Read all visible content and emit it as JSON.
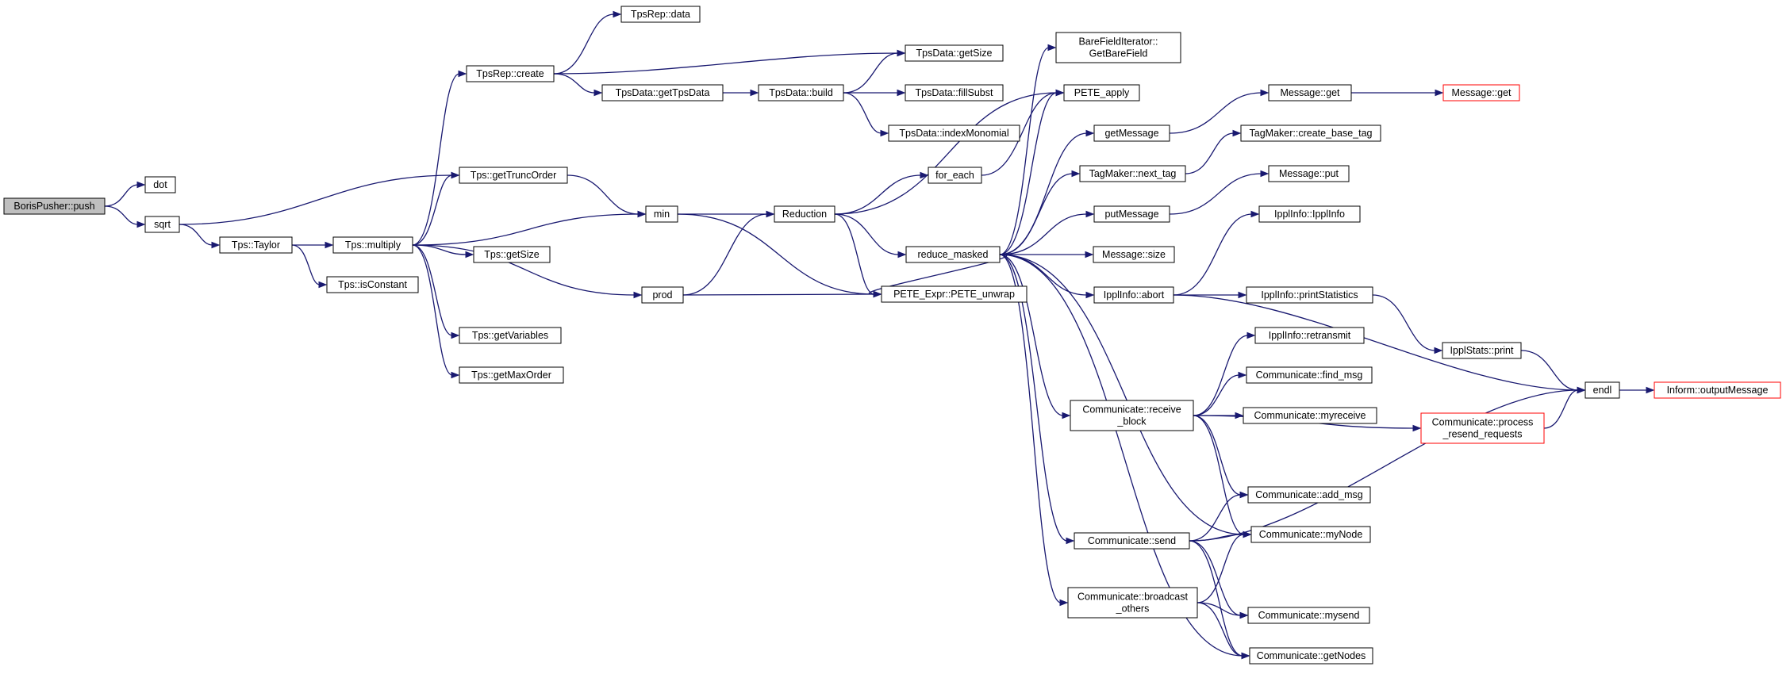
{
  "colors": {
    "edge": "#191970",
    "node_border": "#000000",
    "node_fill": "#ffffff",
    "root_fill": "#bfbfbf",
    "truncated_border": "#ff0000"
  },
  "nodes": [
    {
      "id": "bp_push",
      "label": "BorisPusher::push",
      "root": true
    },
    {
      "id": "dot",
      "label": "dot"
    },
    {
      "id": "sqrt",
      "label": "sqrt"
    },
    {
      "id": "tps_taylor",
      "label": "Tps::Taylor"
    },
    {
      "id": "tps_multiply",
      "label": "Tps::multiply"
    },
    {
      "id": "tps_isconstant",
      "label": "Tps::isConstant"
    },
    {
      "id": "tpsrep_create",
      "label": "TpsRep::create"
    },
    {
      "id": "tpsrep_data",
      "label": "TpsRep::data"
    },
    {
      "id": "tps_gettruncorder",
      "label": "Tps::getTruncOrder"
    },
    {
      "id": "tps_getsize",
      "label": "Tps::getSize"
    },
    {
      "id": "tps_getvariables",
      "label": "Tps::getVariables"
    },
    {
      "id": "tps_getmaxorder",
      "label": "Tps::getMaxOrder"
    },
    {
      "id": "tpsdata_gettpsdata",
      "label": "TpsData::getTpsData"
    },
    {
      "id": "tpsdata_getsize",
      "label": "TpsData::getSize"
    },
    {
      "id": "tpsdata_build",
      "label": "TpsData::build"
    },
    {
      "id": "tpsdata_fillsubst",
      "label": "TpsData::fillSubst"
    },
    {
      "id": "tpsdata_indexmonomial",
      "label": "TpsData::indexMonomial"
    },
    {
      "id": "min",
      "label": "min"
    },
    {
      "id": "prod",
      "label": "prod"
    },
    {
      "id": "reduction",
      "label": "Reduction"
    },
    {
      "id": "pete_unwrap",
      "label": "PETE_Expr::PETE_unwrap"
    },
    {
      "id": "for_each",
      "label": "for_each"
    },
    {
      "id": "reduce_masked",
      "label": "reduce_masked"
    },
    {
      "id": "bfi_getbarefield",
      "label": "BareFieldIterator::\nGetBareField"
    },
    {
      "id": "pete_apply",
      "label": "PETE_apply"
    },
    {
      "id": "getmessage",
      "label": "getMessage"
    },
    {
      "id": "tagmaker_next_tag",
      "label": "TagMaker::next_tag"
    },
    {
      "id": "putmessage",
      "label": "putMessage"
    },
    {
      "id": "message_size",
      "label": "Message::size"
    },
    {
      "id": "ipplinfo_abort",
      "label": "IpplInfo::abort"
    },
    {
      "id": "comm_receive_block",
      "label": "Communicate::receive\n_block"
    },
    {
      "id": "comm_send",
      "label": "Communicate::send"
    },
    {
      "id": "comm_broadcast_others",
      "label": "Communicate::broadcast\n_others"
    },
    {
      "id": "message_get",
      "label": "Message::get"
    },
    {
      "id": "message_get_red",
      "label": "Message::get",
      "truncated": true
    },
    {
      "id": "tagmaker_create_base_tag",
      "label": "TagMaker::create_base_tag"
    },
    {
      "id": "message_put",
      "label": "Message::put"
    },
    {
      "id": "ipplinfo_ipplinfo",
      "label": "IpplInfo::IpplInfo"
    },
    {
      "id": "ipplinfo_printstatistics",
      "label": "IpplInfo::printStatistics"
    },
    {
      "id": "ipplinfo_retransmit",
      "label": "IpplInfo::retransmit"
    },
    {
      "id": "comm_find_msg",
      "label": "Communicate::find_msg"
    },
    {
      "id": "comm_myreceive",
      "label": "Communicate::myreceive"
    },
    {
      "id": "comm_process_resend",
      "label": "Communicate::process\n_resend_requests",
      "truncated": true
    },
    {
      "id": "comm_add_msg",
      "label": "Communicate::add_msg"
    },
    {
      "id": "comm_mynode",
      "label": "Communicate::myNode"
    },
    {
      "id": "comm_mysend",
      "label": "Communicate::mysend"
    },
    {
      "id": "comm_getnodes",
      "label": "Communicate::getNodes"
    },
    {
      "id": "ipplstats_print",
      "label": "IpplStats::print"
    },
    {
      "id": "endl",
      "label": "endl"
    },
    {
      "id": "inform_outputmessage",
      "label": "Inform::outputMessage",
      "truncated": true
    }
  ],
  "edges": [
    [
      "bp_push",
      "dot"
    ],
    [
      "bp_push",
      "sqrt"
    ],
    [
      "sqrt",
      "tps_gettruncorder"
    ],
    [
      "sqrt",
      "tps_taylor"
    ],
    [
      "tps_taylor",
      "tps_multiply"
    ],
    [
      "tps_taylor",
      "tps_isconstant"
    ],
    [
      "tps_multiply",
      "tpsrep_create"
    ],
    [
      "tps_multiply",
      "tps_gettruncorder"
    ],
    [
      "tps_multiply",
      "min"
    ],
    [
      "tps_multiply",
      "tps_getsize"
    ],
    [
      "tps_multiply",
      "prod"
    ],
    [
      "tps_multiply",
      "tps_getvariables"
    ],
    [
      "tps_multiply",
      "tps_getmaxorder"
    ],
    [
      "tpsrep_create",
      "tpsrep_data"
    ],
    [
      "tpsrep_create",
      "tpsdata_getsize"
    ],
    [
      "tpsrep_create",
      "tpsdata_gettpsdata"
    ],
    [
      "tpsdata_gettpsdata",
      "tpsdata_build"
    ],
    [
      "tpsdata_build",
      "tpsdata_getsize"
    ],
    [
      "tpsdata_build",
      "tpsdata_fillsubst"
    ],
    [
      "tpsdata_build",
      "tpsdata_indexmonomial"
    ],
    [
      "tps_gettruncorder",
      "min"
    ],
    [
      "min",
      "reduction"
    ],
    [
      "min",
      "pete_unwrap"
    ],
    [
      "prod",
      "reduction"
    ],
    [
      "prod",
      "pete_unwrap"
    ],
    [
      "reduction",
      "for_each"
    ],
    [
      "reduction",
      "pete_apply"
    ],
    [
      "reduction",
      "reduce_masked"
    ],
    [
      "reduction",
      "pete_unwrap"
    ],
    [
      "for_each",
      "pete_apply"
    ],
    [
      "reduce_masked",
      "bfi_getbarefield"
    ],
    [
      "reduce_masked",
      "pete_apply"
    ],
    [
      "reduce_masked",
      "getmessage"
    ],
    [
      "reduce_masked",
      "tagmaker_next_tag"
    ],
    [
      "reduce_masked",
      "putmessage"
    ],
    [
      "reduce_masked",
      "message_size"
    ],
    [
      "reduce_masked",
      "ipplinfo_abort"
    ],
    [
      "reduce_masked",
      "comm_receive_block"
    ],
    [
      "reduce_masked",
      "pete_unwrap"
    ],
    [
      "reduce_masked",
      "comm_mynode"
    ],
    [
      "reduce_masked",
      "comm_send"
    ],
    [
      "reduce_masked",
      "comm_broadcast_others"
    ],
    [
      "reduce_masked",
      "comm_getnodes"
    ],
    [
      "getmessage",
      "message_get"
    ],
    [
      "message_get",
      "message_get_red"
    ],
    [
      "tagmaker_next_tag",
      "tagmaker_create_base_tag"
    ],
    [
      "putmessage",
      "message_put"
    ],
    [
      "ipplinfo_abort",
      "ipplinfo_ipplinfo"
    ],
    [
      "ipplinfo_abort",
      "ipplinfo_printstatistics"
    ],
    [
      "ipplinfo_abort",
      "endl"
    ],
    [
      "ipplinfo_printstatistics",
      "ipplstats_print"
    ],
    [
      "ipplstats_print",
      "endl"
    ],
    [
      "comm_receive_block",
      "ipplinfo_retransmit"
    ],
    [
      "comm_receive_block",
      "comm_find_msg"
    ],
    [
      "comm_receive_block",
      "comm_myreceive"
    ],
    [
      "comm_receive_block",
      "comm_process_resend"
    ],
    [
      "comm_receive_block",
      "comm_add_msg"
    ],
    [
      "comm_receive_block",
      "comm_mynode"
    ],
    [
      "comm_process_resend",
      "endl"
    ],
    [
      "comm_send",
      "comm_add_msg"
    ],
    [
      "comm_send",
      "comm_mynode"
    ],
    [
      "comm_send",
      "endl"
    ],
    [
      "comm_send",
      "comm_mysend"
    ],
    [
      "comm_send",
      "comm_getnodes"
    ],
    [
      "comm_broadcast_others",
      "comm_mynode"
    ],
    [
      "comm_broadcast_others",
      "comm_mysend"
    ],
    [
      "comm_broadcast_others",
      "comm_getnodes"
    ],
    [
      "endl",
      "inform_outputmessage"
    ]
  ]
}
